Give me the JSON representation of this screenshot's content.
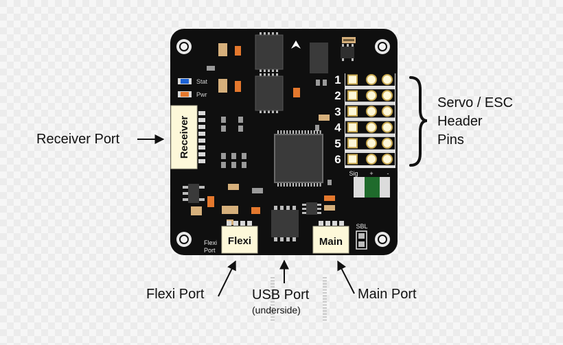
{
  "board": {
    "stat_label": "Stat",
    "pwr_label": "Pwr",
    "receiver_label": "Receiver",
    "flexi_label": "Flexi",
    "main_label": "Main",
    "flexi_port_silk": [
      "Flexi",
      "Port"
    ],
    "sbl_label": "SBL",
    "header_numbers": [
      "1",
      "2",
      "3",
      "4",
      "5",
      "6"
    ],
    "pin_legend": [
      "Sig",
      "+",
      "-"
    ]
  },
  "callouts": {
    "receiver_port": "Receiver Port",
    "servo_header": [
      "Servo / ESC",
      "Header",
      "Pins"
    ],
    "flexi_port": "Flexi Port",
    "usb_port": "USB Port",
    "usb_note": "(underside)",
    "main_port": "Main Port"
  },
  "colors": {
    "board": "#0f0f0f",
    "connector": "#fdf8d9",
    "stat_led": "#1d63d6",
    "pwr_led": "#e4782d",
    "shunt": "#1f6b2c",
    "component_tan": "#d6b07c"
  }
}
